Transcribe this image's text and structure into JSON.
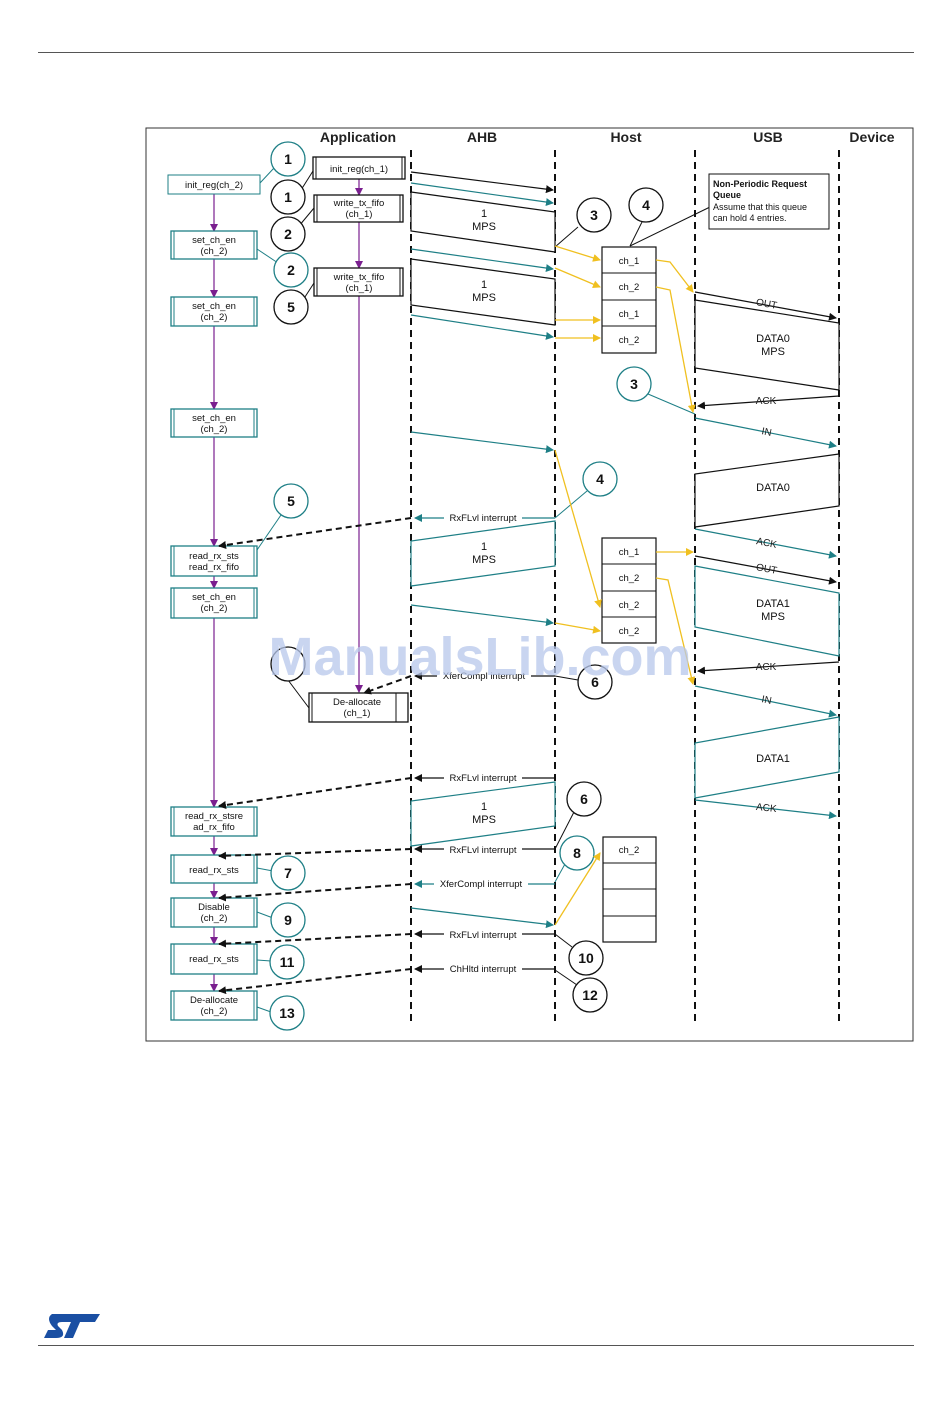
{
  "headers": {
    "application": "Application",
    "ahb": "AHB",
    "host": "Host",
    "usb": "USB",
    "device": "Device"
  },
  "left_column": [
    {
      "l1": "init_reg(ch_2)",
      "l2": ""
    },
    {
      "l1": "set_ch_en",
      "l2": "(ch_2)"
    },
    {
      "l1": "set_ch_en",
      "l2": "(ch_2)"
    },
    {
      "l1": "set_ch_en",
      "l2": "(ch_2)"
    },
    {
      "l1": "read_rx_sts",
      "l2": "read_rx_fifo"
    },
    {
      "l1": "set_ch_en",
      "l2": "(ch_2)"
    },
    {
      "l1": "read_rx_stsre",
      "l2": "ad_rx_fifo"
    },
    {
      "l1": "read_rx_sts",
      "l2": ""
    },
    {
      "l1": "Disable",
      "l2": "(ch_2)"
    },
    {
      "l1": "read_rx_sts",
      "l2": ""
    },
    {
      "l1": "De-allocate",
      "l2": "(ch_2)"
    }
  ],
  "app_column": [
    {
      "l1": "init_reg(ch_1)",
      "l2": ""
    },
    {
      "l1": "write_tx_fifo",
      "l2": "(ch_1)"
    },
    {
      "l1": "write_tx_fifo",
      "l2": "(ch_1)"
    },
    {
      "l1": "De-allocate",
      "l2": "(ch_1)"
    }
  ],
  "queue_note": {
    "title1": "Non-Periodic Request",
    "title2": "Queue",
    "body1": "Assume that this queue",
    "body2": "can hold 4 entries."
  },
  "queue_groups": [
    [
      "ch_1",
      "ch_2",
      "ch_1",
      "ch_2"
    ],
    [
      "ch_1",
      "ch_2",
      "ch_2",
      "ch_2"
    ],
    [
      "ch_2",
      "",
      "",
      ""
    ]
  ],
  "ahb_blocks": [
    {
      "l1": "1",
      "l2": "MPS"
    },
    {
      "l1": "1",
      "l2": "MPS"
    },
    {
      "l1": "1",
      "l2": "MPS"
    },
    {
      "l1": "1",
      "l2": "MPS"
    }
  ],
  "interrupts": [
    "RxFLvl interrupt",
    "XferCompl interrupt",
    "RxFLvl interrupt",
    "RxFLvl interrupt",
    "XferCompl interrupt",
    "RxFLvl interrupt",
    "ChHltd interrupt"
  ],
  "usb_labels": [
    "OUT",
    "ACK",
    "IN",
    "ACK",
    "OUT",
    "ACK",
    "IN",
    "ACK"
  ],
  "usb_data": [
    {
      "l1": "DATA0",
      "l2": "MPS"
    },
    {
      "l1": "DATA0",
      "l2": ""
    },
    {
      "l1": "DATA1",
      "l2": "MPS"
    },
    {
      "l1": "DATA1",
      "l2": ""
    }
  ],
  "step_numbers": [
    "1",
    "1",
    "2",
    "2",
    "5",
    "3",
    "4",
    "3",
    "5",
    "4",
    "6",
    "6",
    "7",
    "8",
    "9",
    "10",
    "11",
    "12",
    "13"
  ],
  "watermark": "ManualsLib.com",
  "colors": {
    "purple": "#7a1f8f",
    "teal": "#1e7f86",
    "yellow": "#f0c020",
    "black": "#111111"
  },
  "logo": "ST"
}
